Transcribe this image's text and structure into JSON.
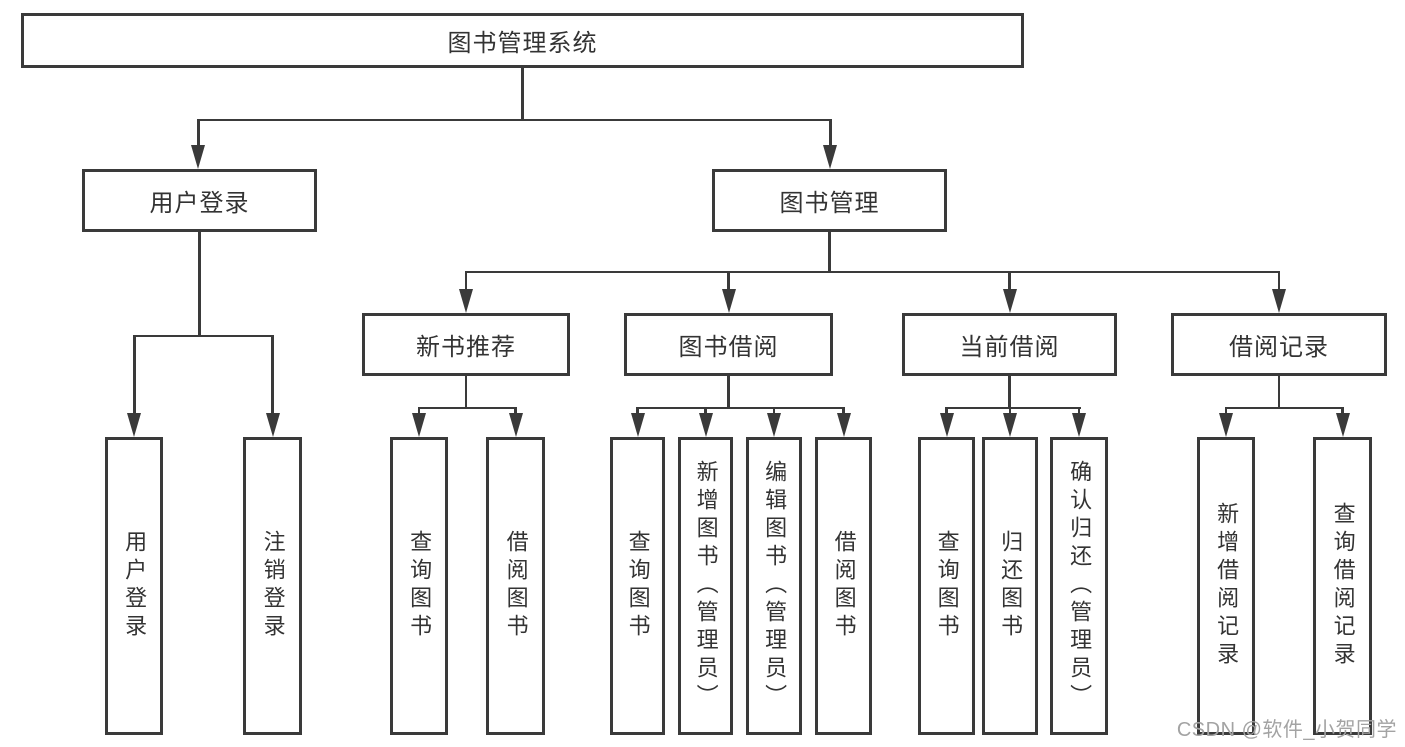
{
  "diagram": {
    "root": {
      "label": "图书管理系统"
    },
    "level2": [
      {
        "label": "用户登录"
      },
      {
        "label": "图书管理"
      }
    ],
    "level3": [
      {
        "label": "新书推荐"
      },
      {
        "label": "图书借阅"
      },
      {
        "label": "当前借阅"
      },
      {
        "label": "借阅记录"
      }
    ],
    "leaves": [
      {
        "label": "用户登录"
      },
      {
        "label": "注销登录"
      },
      {
        "label": "查询图书"
      },
      {
        "label": "借阅图书"
      },
      {
        "label": "查询图书"
      },
      {
        "label": "新增图书（管理员）"
      },
      {
        "label": "编辑图书（管理员）"
      },
      {
        "label": "借阅图书"
      },
      {
        "label": "查询图书"
      },
      {
        "label": "归还图书"
      },
      {
        "label": "确认归还（管理员）"
      },
      {
        "label": "新增借阅记录"
      },
      {
        "label": "查询借阅记录"
      }
    ],
    "watermark": "CSDN @软件_小贺同学",
    "colors": {
      "line": "#3a3a3a",
      "text": "#333333",
      "watermark": "#a3a3a3",
      "background": "#ffffff"
    }
  }
}
